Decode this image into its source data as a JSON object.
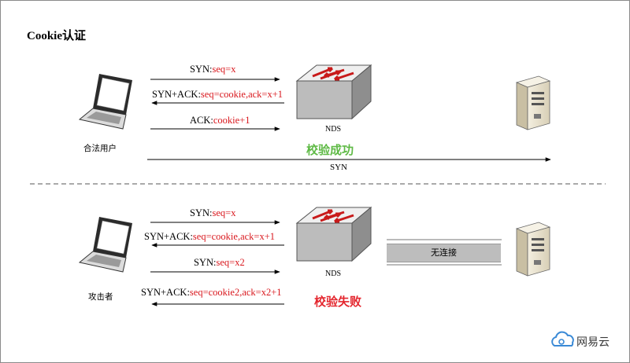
{
  "title": "Cookie认证",
  "legit": {
    "user_label": "合法用户",
    "msg1": {
      "prefix": "SYN:",
      "value": "seq=x"
    },
    "msg2": {
      "prefix": "SYN+ACK:",
      "value": "seq=cookie,ack=x+1"
    },
    "msg3": {
      "prefix": "ACK:",
      "value": "cookie+1"
    },
    "nds_label": "NDS",
    "result": "校验成功",
    "syn_label": "SYN"
  },
  "attack": {
    "user_label": "攻击者",
    "msg1": {
      "prefix": "SYN:",
      "value": "seq=x"
    },
    "msg2": {
      "prefix": "SYN+ACK:",
      "value": "seq=cookie,ack=x+1"
    },
    "msg3": {
      "prefix": "SYN:",
      "value": "seq=x2"
    },
    "msg4": {
      "prefix": "SYN+ACK:",
      "value": "seq=cookie2,ack=x2+1"
    },
    "nds_label": "NDS",
    "result": "校验失败",
    "no_connection": "无连接"
  },
  "brand": {
    "name": "网易云"
  },
  "colors": {
    "highlight_red": "#d9181e",
    "success_green": "#5fba46",
    "fail_red": "#e4262e"
  }
}
